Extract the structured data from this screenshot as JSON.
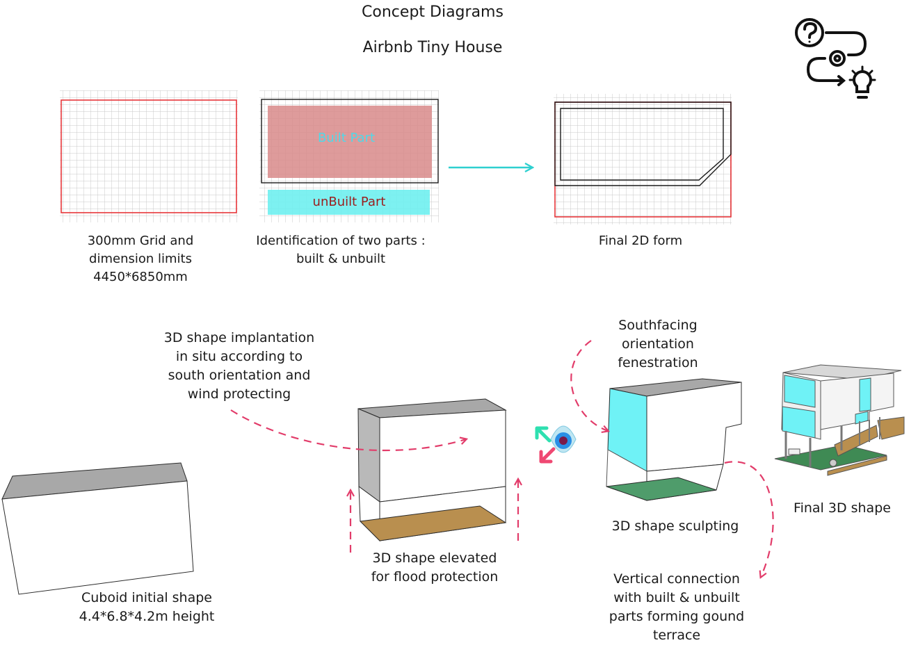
{
  "header": {
    "title": "Concept Diagrams",
    "subtitle": "Airbnb Tiny House"
  },
  "icon": {
    "name": "question-gear-lightbulb-process-icon"
  },
  "diagrams_2d": {
    "grid": {
      "caption": "300mm Grid and\ndimension limits\n4450*6850mm"
    },
    "parts": {
      "caption": "Identification of two parts :\nbuilt & unbuilt",
      "built_label": "Built Part",
      "unbuilt_label": "unBuilt Part"
    },
    "final": {
      "caption": "Final 2D form"
    }
  },
  "diagrams_3d": {
    "cuboid_caption": "Cuboid initial shape\n4.4*6.8*4.2m  height",
    "implantation_note": "3D shape implantation\nin situ according to\nsouth orientation and\nwind protecting",
    "elevated_caption": "3D shape elevated\nfor flood protection",
    "southfacing_note": "Southfacing\norientation\nfenestration",
    "sculpting_caption": "3D shape sculpting",
    "vertical_note": "Vertical connection\nwith built & unbuilt\nparts forming gound\nterrace",
    "final_caption": "Final 3D shape"
  },
  "colors": {
    "limit_red": "#e8363a",
    "built_fill": "#d88a8a",
    "unbuilt_fill": "#6ff0f0",
    "cyan_text": "#4fd8e8",
    "dark_red_text": "#9b1c1c",
    "arrow_cyan": "#2fd0d0",
    "dashed_pink": "#e23c6a",
    "roof_grey": "#a8a8a8",
    "wood": "#b98f4f",
    "green_floor": "#4f9c6b",
    "glass_cyan": "#6ff2f6"
  }
}
